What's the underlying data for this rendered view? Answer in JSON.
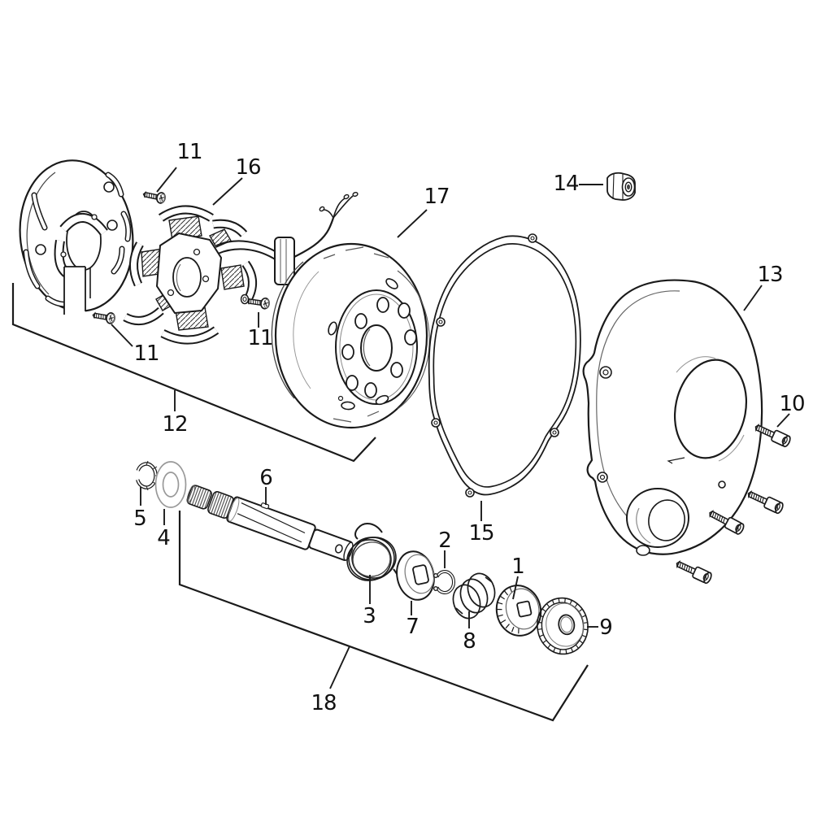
{
  "figure": {
    "background_color": "#ffffff",
    "line_color": "#1a1a1a"
  },
  "callouts": [
    {
      "label": "11"
    },
    {
      "label": "16"
    },
    {
      "label": "17"
    },
    {
      "label": "14"
    },
    {
      "label": "13"
    },
    {
      "label": "10"
    },
    {
      "label": "11"
    },
    {
      "label": "11"
    },
    {
      "label": "12"
    },
    {
      "label": "15"
    },
    {
      "label": "5"
    },
    {
      "label": "4"
    },
    {
      "label": "6"
    },
    {
      "label": "3"
    },
    {
      "label": "7"
    },
    {
      "label": "2"
    },
    {
      "label": "8"
    },
    {
      "label": "1"
    },
    {
      "label": "9"
    },
    {
      "label": "18"
    }
  ]
}
